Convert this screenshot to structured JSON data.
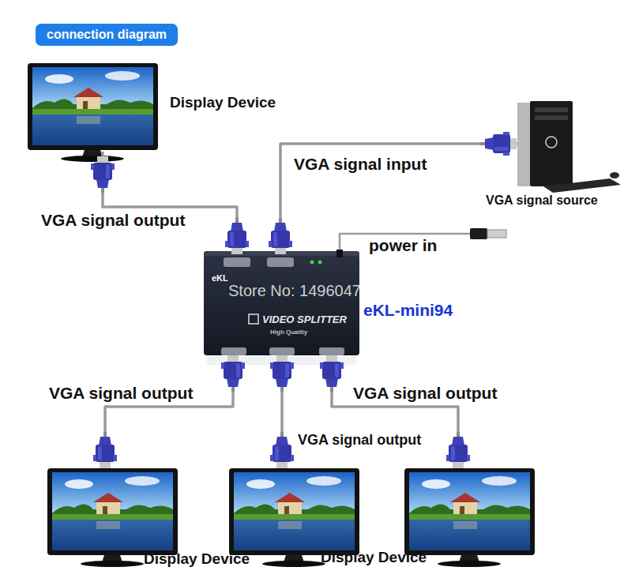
{
  "diagram": {
    "title": "connection diagram",
    "nodes": [
      {
        "text": [
          "Display Device"
        ]
      },
      {
        "text": [
          "VGA signal source"
        ]
      },
      {
        "text": [
          "eKL-mini94",
          "eKL",
          "VIDEO SPLITTER",
          "High Quality"
        ]
      },
      {
        "text": [
          "Display Device"
        ]
      },
      {
        "text": [
          "Display Device"
        ]
      },
      {
        "text": []
      }
    ],
    "edges": [
      {
        "from": 1,
        "to": 2,
        "label": "VGA signal input",
        "arrow": "none"
      },
      {
        "from": 2,
        "to": 0,
        "label": "VGA signal output",
        "arrow": "none"
      },
      {
        "from": 2,
        "to": 3,
        "label": "VGA signal output",
        "arrow": "none"
      },
      {
        "from": 2,
        "to": 4,
        "label": "VGA signal output",
        "arrow": "none"
      },
      {
        "from": 2,
        "to": 5,
        "label": "VGA signal output",
        "arrow": "none"
      }
    ],
    "labels": [
      "power in",
      "Store No: 1496047"
    ]
  }
}
